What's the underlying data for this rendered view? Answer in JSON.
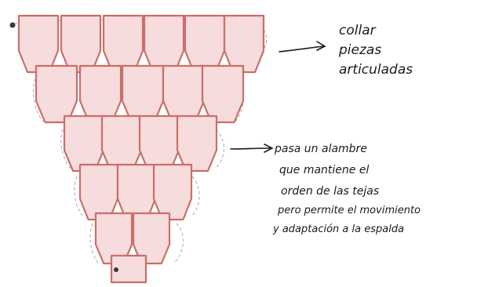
{
  "annotations": {
    "top": {
      "lines": [
        "collar",
        "piezas",
        "articuladas"
      ]
    },
    "side": {
      "lines": [
        "pasa un alambre",
        "que mantiene el",
        "orden de las tejas",
        "pero permite el movimiento",
        "y adaptación a la espalda"
      ]
    }
  },
  "colors": {
    "tile_fill": "#f6dcdc",
    "tile_stroke": "#c96f69",
    "wire": "#a9a9a9",
    "ink": "#1a1a1a"
  }
}
